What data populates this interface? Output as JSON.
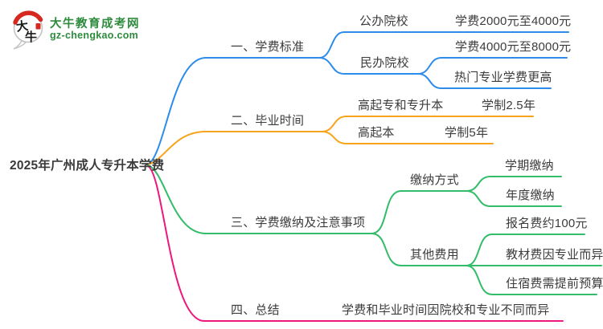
{
  "logo": {
    "mark_top": "大",
    "mark_bottom": "牛",
    "brand": "大牛教育成考网",
    "domain": "gz-chengkao.com"
  },
  "colors": {
    "branch_tuition": "#2b8ceb",
    "branch_graduation": "#f7a41d",
    "branch_payment": "#33bc69",
    "branch_summary": "#ee177d",
    "brand_green": "#2e8b3d",
    "logo_red": "#d5281f",
    "node_text": "#3c3c3c"
  },
  "root": {
    "label": "2025年广州成人专升本学费"
  },
  "branches": [
    {
      "label": "一、学费标准",
      "children": [
        {
          "label": "公办院校",
          "children": [
            {
              "label": "学费2000元至4000元"
            }
          ]
        },
        {
          "label": "民办院校",
          "children": [
            {
              "label": "学费4000元至8000元"
            },
            {
              "label": "热门专业学费更高"
            }
          ]
        }
      ]
    },
    {
      "label": "二、毕业时间",
      "children": [
        {
          "label": "高起专和专升本",
          "children": [
            {
              "label": "学制2.5年"
            }
          ]
        },
        {
          "label": "高起本",
          "children": [
            {
              "label": "学制5年"
            }
          ]
        }
      ]
    },
    {
      "label": "三、学费缴纳及注意事项",
      "children": [
        {
          "label": "缴纳方式",
          "children": [
            {
              "label": "学期缴纳"
            },
            {
              "label": "年度缴纳"
            }
          ]
        },
        {
          "label": "其他费用",
          "children": [
            {
              "label": "报名费约100元"
            },
            {
              "label": "教材费因专业而异"
            },
            {
              "label": "住宿费需提前预算"
            }
          ]
        }
      ]
    },
    {
      "label": "四、总结",
      "children": [
        {
          "label": "学费和毕业时间因院校和专业不同而异"
        }
      ]
    }
  ]
}
